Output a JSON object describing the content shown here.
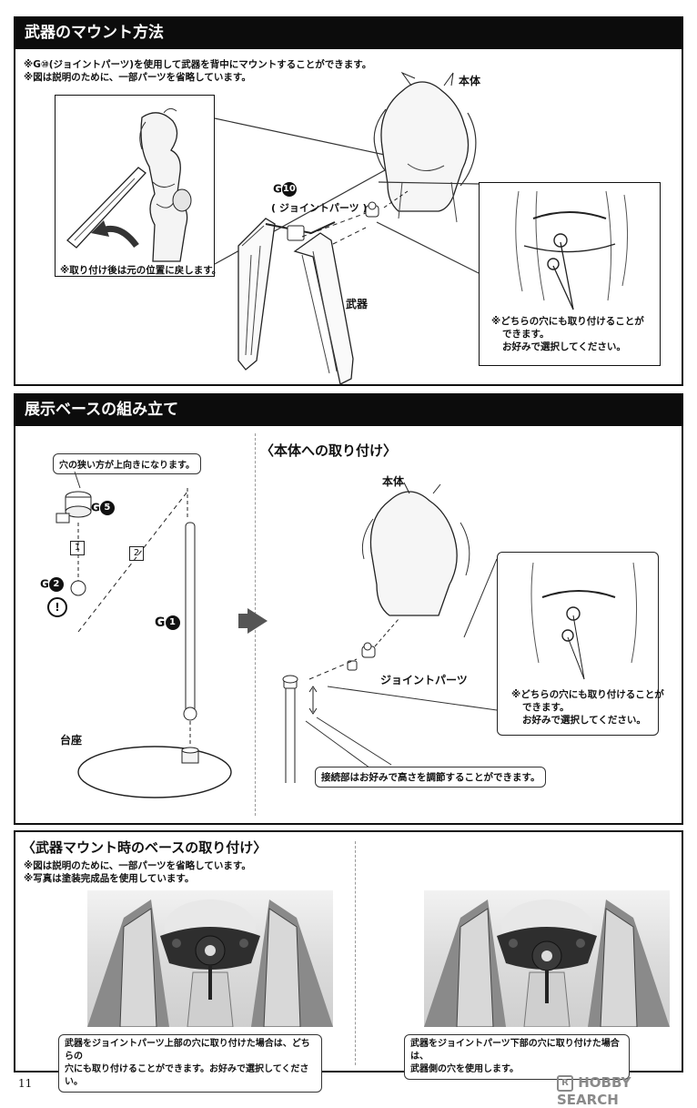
{
  "section1": {
    "title": "武器のマウント方法",
    "notes": [
      "※G⑩(ジョイントパーツ)を使用して武器を背中にマウントすることができます。",
      "※図は説明のために、一部パーツを省略しています。"
    ],
    "label_body": "本体",
    "label_part_code": "G",
    "label_part_num": "10",
    "label_joint": "( ジョイントパーツ )",
    "label_weapon": "武器",
    "inset_left_note": "※取り付け後は元の位置に戻します。",
    "inset_right_note": [
      "※どちらの穴にも取り付けることが",
      "できます。",
      "お好みで選択してください。"
    ]
  },
  "section2": {
    "title": "展示ベースの組み立て",
    "bubble": "穴の狭い方が上向きになります。",
    "g5_letter": "G",
    "g5_num": "5",
    "g2_letter": "G",
    "g2_num": "2",
    "g1_letter": "G",
    "g1_num": "1",
    "step1": "1",
    "step2": "2",
    "caution": "!",
    "label_base": "台座",
    "sub_title": "〈本体への取り付け〉",
    "label_body": "本体",
    "label_joint": "ジョイントパーツ",
    "inset_note": [
      "※どちらの穴にも取り付けることが",
      "できます。",
      "お好みで選択してください。"
    ],
    "height_note": "接続部はお好みで高さを調節することができます。"
  },
  "section3": {
    "title": "〈武器マウント時のベースの取り付け〉",
    "notes": [
      "※図は説明のために、一部パーツを省略しています。",
      "※写真は塗装完成品を使用しています。"
    ],
    "caption_left": [
      "武器をジョイントパーツ上部の穴に取り付けた場合は、どちらの",
      "穴にも取り付けることができます。お好みで選択してください。"
    ],
    "caption_right": [
      "武器をジョイントパーツ下部の穴に取り付けた場合は、",
      "武器側の穴を使用します。"
    ]
  },
  "footer": {
    "page_number": "11",
    "watermark": "HOBBY SEARCH",
    "watermark_badge": "R"
  }
}
